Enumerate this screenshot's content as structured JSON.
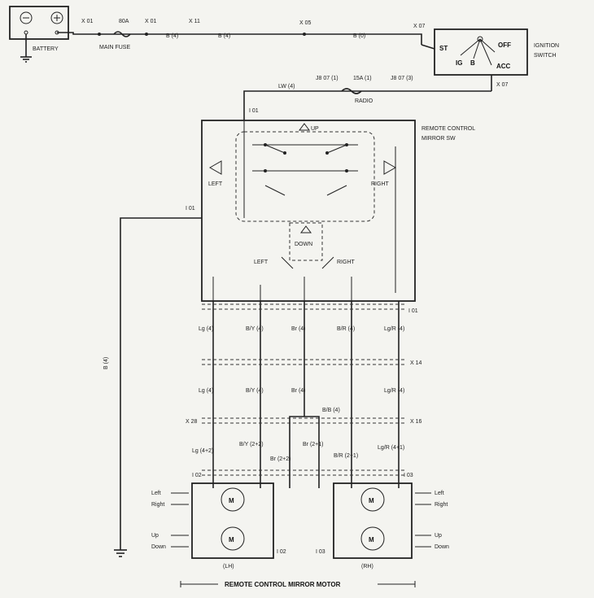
{
  "battery": {
    "label": "BATTERY"
  },
  "main_fuse": {
    "label": "MAIN FUSE",
    "rating": "80A",
    "conn_left": "X 01",
    "conn_right": "X 01"
  },
  "top_line": {
    "c1": "X 11",
    "w1": "B (4)",
    "w2": "B (4)",
    "c2": "X 05",
    "w3": "B (0)",
    "c3": "X 07"
  },
  "ignition": {
    "label1": "IGNITION",
    "label2": "SWITCH",
    "st": "ST",
    "ig": "IG",
    "b": "B",
    "off": "OFF",
    "acc": "ACC",
    "conn": "X 07"
  },
  "radio_fuse": {
    "wire": "LW (4)",
    "j1": "J8 07 (1)",
    "rating": "15A (1)",
    "j2": "J8 07 (3)",
    "label": "RADIO"
  },
  "switch": {
    "title1": "REMOTE CONTROL",
    "title2": "MIRROR SW",
    "up": "UP",
    "down": "DOWN",
    "left": "LEFT",
    "right": "RIGHT",
    "conn_top": "I 01",
    "conn_left": "I 01"
  },
  "wires_row1": {
    "conn": "I 01",
    "labels": [
      "Lg (4)",
      "B/Y (4)",
      "Br (4)",
      "B/R (4)",
      "Lg/R (4)"
    ]
  },
  "wires_row2": {
    "conn": "X 14",
    "labels": [
      "Lg (4)",
      "B/Y (4)",
      "Br (4)",
      "Lg/R (4)"
    ]
  },
  "wires_row3": {
    "conn_left": "X 28",
    "conn_right": "X 16",
    "bb": "B/B (4)",
    "labels": [
      "Lg (4+2)",
      "B/Y (2+2)",
      "Br (2+1)",
      "B/R (2+1)",
      "Lg/R (4+1)"
    ],
    "br2": "Br (2+2)"
  },
  "ground": {
    "wire": "B (4)",
    "conn": "I 01"
  },
  "motor_left": {
    "label": "(LH)",
    "conn": "I 02",
    "conn_b": "I 02",
    "left": "Left",
    "right": "Right",
    "up": "Up",
    "down": "Down"
  },
  "motor_right": {
    "label": "(RH)",
    "conn": "I 03",
    "conn_b": "I 03",
    "left": "Left",
    "right": "Right",
    "up": "Up",
    "down": "Down"
  },
  "footer": {
    "title": "REMOTE CONTROL MIRROR MOTOR"
  },
  "motor_symbol": "M"
}
